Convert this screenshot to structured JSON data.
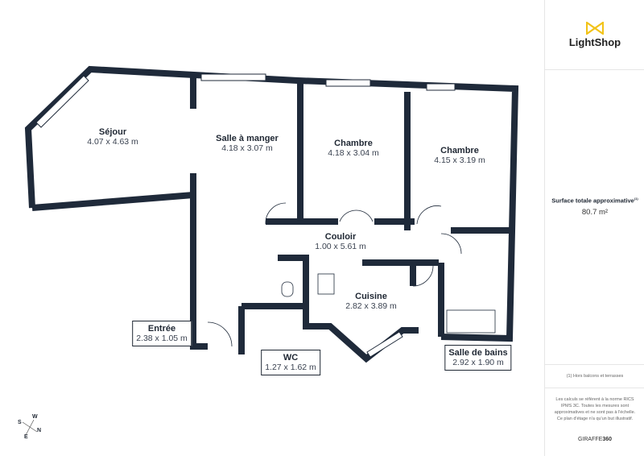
{
  "brand": {
    "logo_text": "LightShop",
    "accent": "#f2c318"
  },
  "rooms": [
    {
      "name": "Séjour",
      "dims": "4.07 x 4.63 m"
    },
    {
      "name": "Salle à manger",
      "dims": "4.18 x 3.07 m"
    },
    {
      "name": "Chambre",
      "dims": "4.18 x 3.04 m"
    },
    {
      "name": "Chambre",
      "dims": "4.15 x 3.19 m"
    },
    {
      "name": "Couloir",
      "dims": "1.00 x 5.61 m"
    },
    {
      "name": "Cuisine",
      "dims": "2.82 x 3.89 m"
    },
    {
      "name": "Entrée",
      "dims": "2.38 x 1.05 m"
    },
    {
      "name": "WC",
      "dims": "1.27 x 1.62 m"
    },
    {
      "name": "Salle de bains",
      "dims": "2.92 x 1.90 m"
    }
  ],
  "summary": {
    "title": "Surface totale approximative",
    "footnote_mark": "(1)",
    "value": "80.7 m²"
  },
  "footnote": "(1) Hors balcons et terrasses",
  "disclaimer": "Les calculs se réfèrent à la norme RICS IPMS 3C. Toutes les mesures sont approximatives et ne sont pas à l'échelle. Ce plan d'étage n'a qu'un but illustratif.",
  "credit": {
    "prefix": "GIRAFFE",
    "suffix": "360"
  },
  "compass": {
    "n": "N",
    "s": "S",
    "e": "E",
    "w": "W"
  },
  "colors": {
    "wall": "#1f2a3a"
  }
}
